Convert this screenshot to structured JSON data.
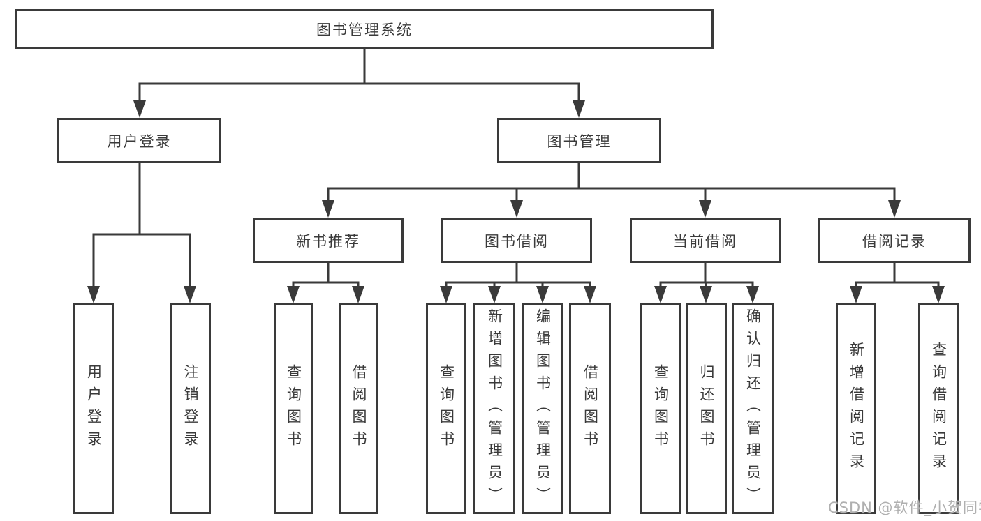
{
  "diagram": {
    "root": {
      "label": "图书管理系统"
    },
    "level2": [
      {
        "label": "用户登录"
      },
      {
        "label": "图书管理"
      }
    ],
    "level3": [
      {
        "label": "新书推荐"
      },
      {
        "label": "图书借阅"
      },
      {
        "label": "当前借阅"
      },
      {
        "label": "借阅记录"
      }
    ],
    "leaves": {
      "user_login": [
        "用户登录",
        "注销登录"
      ],
      "new_books": [
        "查询图书",
        "借阅图书"
      ],
      "book_borrow": [
        "查询图书",
        "新增图书（管理员）",
        "编辑图书（管理员）",
        "借阅图书"
      ],
      "current_borrow": [
        "查询图书",
        "归还图书",
        "确认归还（管理员）"
      ],
      "borrow_records": [
        "新增借阅记录",
        "查询借阅记录"
      ]
    }
  },
  "watermark": "CSDN @软件_小贺同学",
  "colors": {
    "line": "#3a3a3a",
    "text": "#3a3a3a",
    "background": "#ffffff",
    "watermark": "#b0b0b0"
  }
}
